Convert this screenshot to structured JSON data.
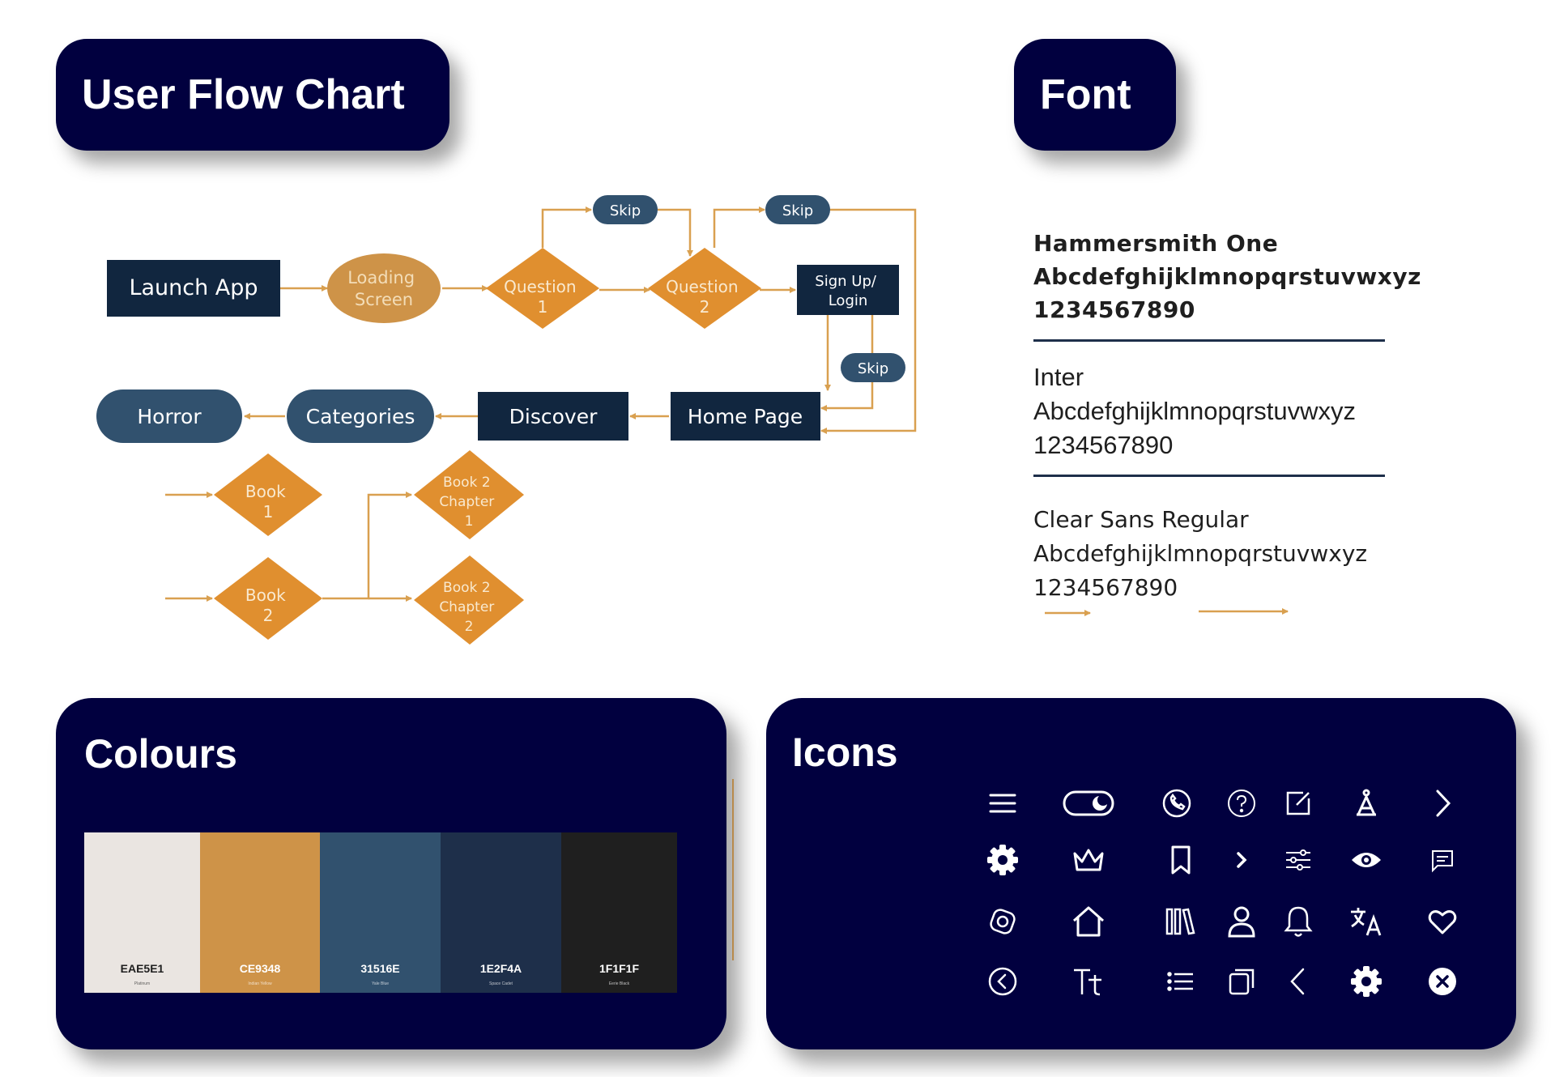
{
  "sections": {
    "flow_title": "User Flow Chart",
    "font_title": "Font",
    "colours_title": "Colours",
    "icons_title": "Icons"
  },
  "flow": {
    "launch": "Launch App",
    "loading": [
      "Loading",
      "Screen"
    ],
    "question1": [
      "Question",
      "1"
    ],
    "question2": [
      "Question",
      "2"
    ],
    "skip1": "Skip",
    "skip2": "Skip",
    "skip3": "Skip",
    "signup": [
      "Sign Up/",
      "Login"
    ],
    "home": "Home Page",
    "discover": "Discover",
    "categories": "Categories",
    "horror": "Horror",
    "book1": [
      "Book",
      "1"
    ],
    "book2": [
      "Book",
      "2"
    ],
    "book2ch1": [
      "Book 2",
      "Chapter",
      "1"
    ],
    "book2ch2": [
      "Book 2",
      "Chapter",
      "2"
    ]
  },
  "fonts": [
    {
      "name": "Hammersmith One",
      "alphabet": "Abcdefghijklmnopqrstuvwxyz",
      "digits": "1234567890"
    },
    {
      "name": "Inter",
      "alphabet": "Abcdefghijklmnopqrstuvwxyz",
      "digits": "1234567890"
    },
    {
      "name": "Clear Sans Regular",
      "alphabet": "Abcdefghijklmnopqrstuvwxyz",
      "digits": "1234567890"
    }
  ],
  "colours": [
    {
      "hex": "EAE5E1",
      "name": "Platinum",
      "color": "#EAE5E1",
      "text": "#1f1f1f"
    },
    {
      "hex": "CE9348",
      "name": "Indian Yellow",
      "color": "#CE9348",
      "text": "#ffffff"
    },
    {
      "hex": "31516E",
      "name": "Yale Blue",
      "color": "#31516E",
      "text": "#ffffff"
    },
    {
      "hex": "1E2F4A",
      "name": "Space Cadet",
      "color": "#1E2F4A",
      "text": "#ffffff"
    },
    {
      "hex": "1F1F1F",
      "name": "Eerie Black",
      "color": "#1F1F1F",
      "text": "#ffffff"
    }
  ],
  "palette": {
    "navy_card": "#01003f",
    "orange": "#E08F2F",
    "flow_dark": "#11263f",
    "flow_blue": "#31516E",
    "arrow": "#D9A050"
  },
  "icons": [
    "menu-icon",
    "dark-mode-toggle-icon",
    "phone-icon",
    "help-icon",
    "edit-icon",
    "text-size-icon",
    "chevron-right-icon",
    "settings-icon",
    "crown-icon",
    "bookmark-icon",
    "small-chevron-right-icon",
    "sliders-icon",
    "eye-icon",
    "comment-icon",
    "explore-icon",
    "home-icon",
    "library-icon",
    "profile-icon",
    "notification-bell-icon",
    "translate-icon",
    "heart-icon",
    "back-circle-icon",
    "typography-icon",
    "list-icon",
    "copy-icon",
    "chevron-left-icon",
    "settings-filled-icon",
    "close-circle-icon"
  ]
}
